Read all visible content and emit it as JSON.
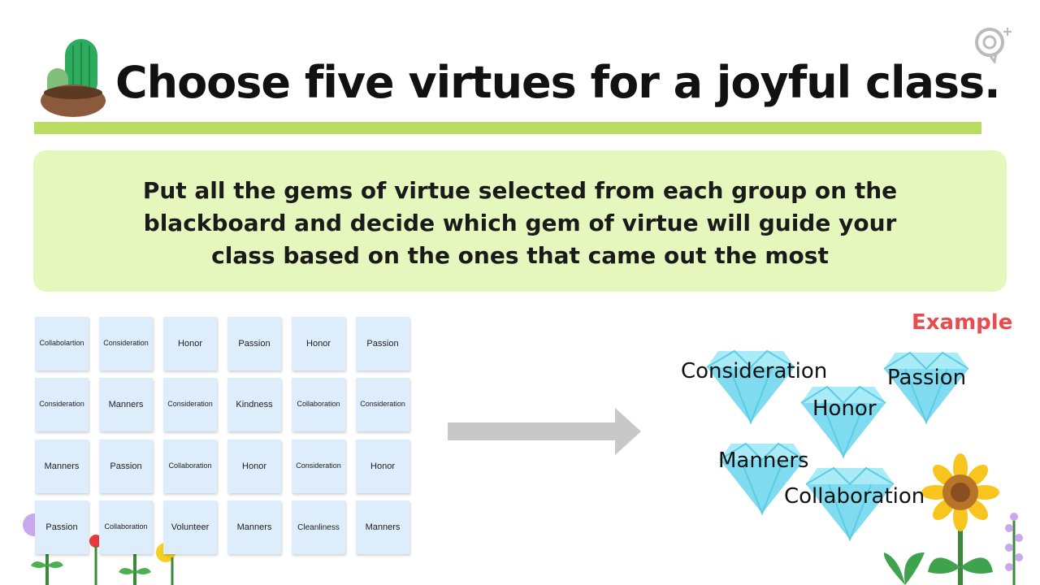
{
  "header": {
    "title": "Choose five virtues for a joyful class.",
    "cactus_icon": "cactus-pot-icon",
    "logo_icon": "brand-logo-icon"
  },
  "instruction": {
    "text": "Put all the gems of virtue selected from each group on the blackboard and decide which gem of virtue will guide your class based on the ones that came out the most"
  },
  "notes": {
    "rows": [
      [
        "Collabolartion",
        "Consideration",
        "Honor",
        "Passion",
        "Honor",
        "Passion"
      ],
      [
        "Consideration",
        "Manners",
        "Consideration",
        "Kindness",
        "Collaboration",
        "Consideration"
      ],
      [
        "Manners",
        "Passion",
        "Collaboration",
        "Honor",
        "Consideration",
        "Honor"
      ],
      [
        "Passion",
        "Collaboration",
        "Volunteer",
        "Manners",
        "Cleanliness",
        "Manners"
      ]
    ]
  },
  "example": {
    "label": "Example",
    "gems": [
      "Consideration",
      "Passion",
      "Honor",
      "Manners",
      "Collaboration"
    ]
  },
  "colors": {
    "accent_bar": "#b9dc63",
    "instruction_bg": "#e6f7bd",
    "note_bg": "#deedfc",
    "example_red": "#e84c4c",
    "gem_blue": "#7fdcf0"
  },
  "icons": {
    "arrow": "arrow-right-icon",
    "gem": "diamond-gem-icon",
    "flower": "flower-icon",
    "sunflower": "sunflower-icon"
  }
}
